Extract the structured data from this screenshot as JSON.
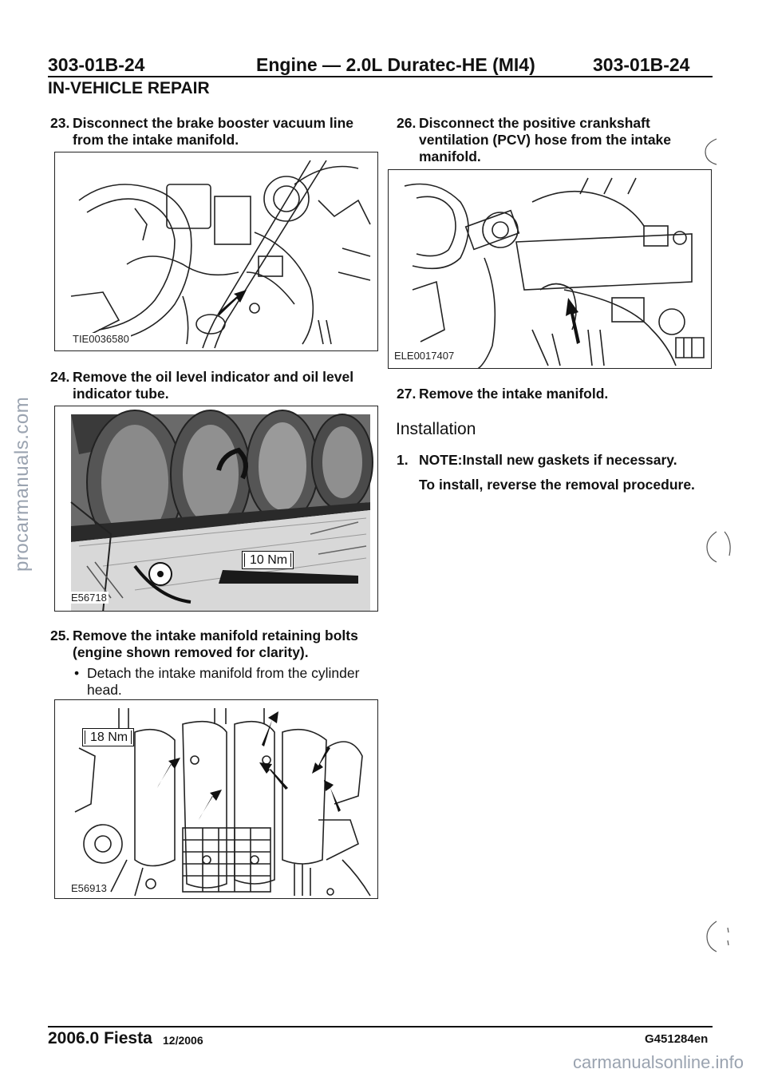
{
  "header": {
    "left_code": "303-01B-24",
    "title": "Engine — 2.0L Duratec-HE (MI4)",
    "right_code": "303-01B-24",
    "section": "IN-VEHICLE REPAIR"
  },
  "steps": {
    "s23": {
      "num": "23.",
      "text": "Disconnect the brake booster vacuum line from the intake manifold.",
      "figure_id": "TIE0036580"
    },
    "s24": {
      "num": "24.",
      "text": "Remove the oil level indicator and oil level indicator tube.",
      "figure_id": "E56718",
      "torque": "10 Nm"
    },
    "s25": {
      "num": "25.",
      "text": "Remove the intake manifold retaining bolts (engine shown removed for clarity).",
      "bullet": "Detach the intake manifold from the cylinder head.",
      "figure_id": "E56913",
      "torque": "18 Nm"
    },
    "s26": {
      "num": "26.",
      "text": "Disconnect the positive crankshaft ventilation (PCV) hose from the intake manifold.",
      "figure_id": "ELE0017407"
    },
    "s27": {
      "num": "27.",
      "text": "Remove the intake manifold."
    }
  },
  "installation": {
    "heading": "Installation",
    "step_num": "1.",
    "note": "NOTE:Install new gaskets if necessary.",
    "text": "To install, reverse the removal procedure."
  },
  "footer": {
    "model": "2006.0 Fiesta",
    "date": "12/2006",
    "doc_id": "G451284en"
  },
  "watermarks": {
    "side": "procarmanuals.com",
    "bottom": "carmanualsonline.info"
  }
}
